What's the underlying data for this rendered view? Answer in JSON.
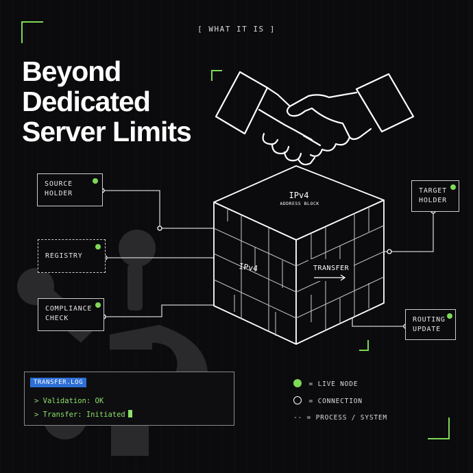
{
  "header": {
    "eyebrow": "[ WHAT IT IS ]"
  },
  "title": {
    "line1": "Beyond",
    "line2": "Dedicated",
    "line3": "Server Limits"
  },
  "nodes": {
    "source_holder": "SOURCE\nHOLDER",
    "registry": "REGISTRY",
    "compliance_check": "COMPLIANCE\nCHECK",
    "target_holder": "TARGET\nHOLDER",
    "routing_update": "ROUTING\nUPDATE"
  },
  "cube": {
    "top_label": "IPv4",
    "top_sublabel": "ADDRESS BLOCK",
    "left_label": "IPv4",
    "right_label": "TRANSFER"
  },
  "log": {
    "tag": "TRANSFER.LOG",
    "line1": "> Validation: OK",
    "line2": "> Transfer: Initiated"
  },
  "legend": {
    "live_node": "= LIVE NODE",
    "connection": "= CONNECTION",
    "process": "-- = PROCESS / SYSTEM"
  },
  "colors": {
    "accent_green": "#7ed957",
    "log_tag_blue": "#2d6fd6",
    "background": "#0b0b0d"
  },
  "icons": [
    "handshake-icon",
    "cube-icon",
    "brand-logo-watermark"
  ]
}
